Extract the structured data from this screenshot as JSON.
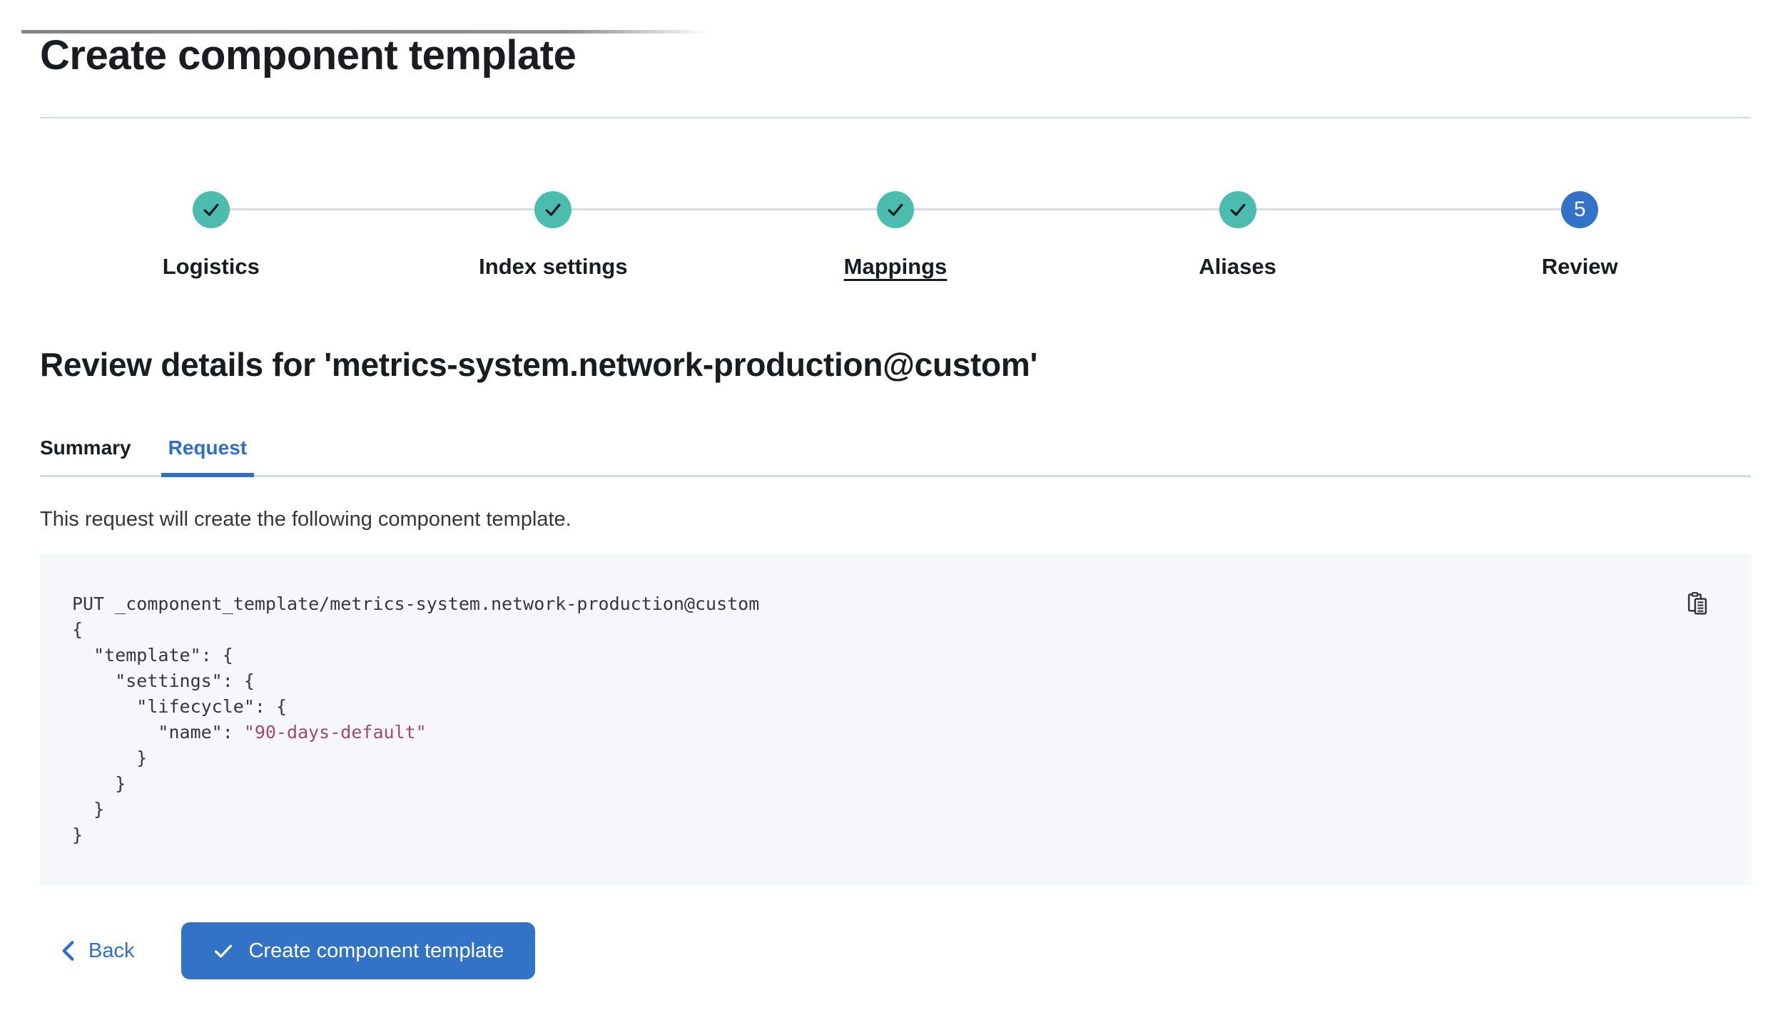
{
  "page": {
    "title": "Create component template"
  },
  "stepper": {
    "steps": [
      {
        "label": "Logistics",
        "status": "complete"
      },
      {
        "label": "Index settings",
        "status": "complete"
      },
      {
        "label": "Mappings",
        "status": "complete"
      },
      {
        "label": "Aliases",
        "status": "complete"
      },
      {
        "label": "Review",
        "status": "current",
        "number": "5"
      }
    ]
  },
  "review": {
    "heading": "Review details for 'metrics-system.network-production@custom'",
    "tabs": [
      {
        "label": "Summary",
        "active": false
      },
      {
        "label": "Request",
        "active": true
      }
    ],
    "description": "This request will create the following component template."
  },
  "code_block": {
    "lines": [
      "PUT _component_template/metrics-system.network-production@custom",
      "{",
      "  \"template\": {",
      "    \"settings\": {",
      "      \"lifecycle\": {",
      "        \"name\": ",
      "      }",
      "    }",
      "  }",
      "}"
    ],
    "string_value": "\"90-days-default\"",
    "copy_tooltip": "Copy to clipboard"
  },
  "footer": {
    "back_label": "Back",
    "create_label": "Create component template"
  },
  "colors": {
    "primary_blue": "#3273c8",
    "success_teal": "#4cbcae",
    "code_string_rose": "#a34a67",
    "code_background": "#f5f7fa",
    "divider_gray": "#d3d9e3",
    "text_dark": "#1a1c21"
  }
}
